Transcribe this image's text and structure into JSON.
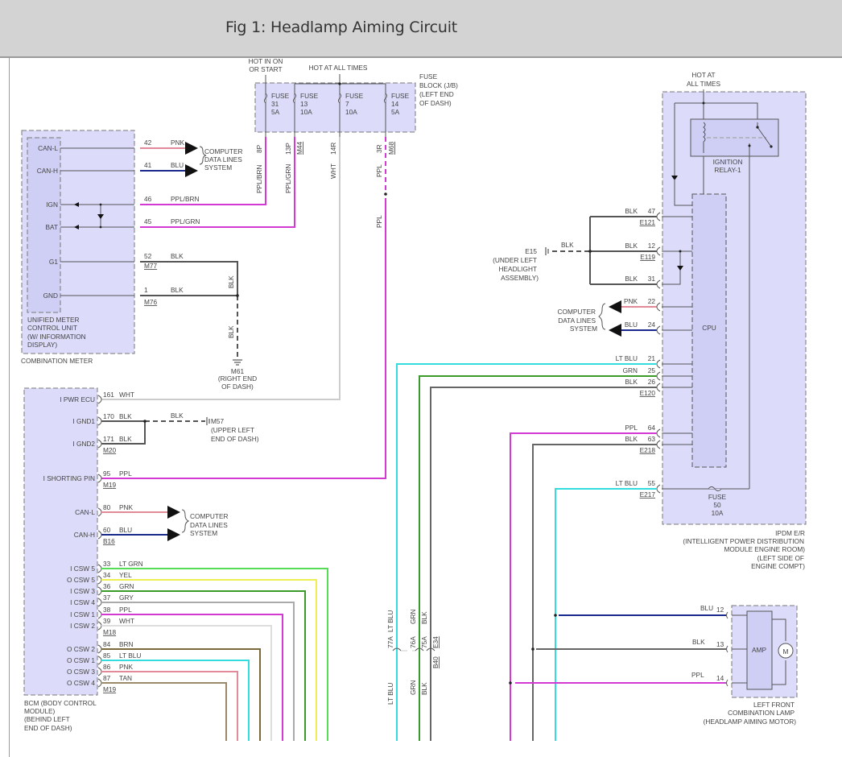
{
  "header": {
    "title": "Fig 1: Headlamp Aiming Circuit"
  },
  "colors": {
    "box_fill": "#dcdcfa",
    "inner_fill": "#cfcff5",
    "PNK": "#e08a9a",
    "BLU": "#1a2a8c",
    "PPL": "#d23ad2",
    "BLK": "#555555",
    "WHT": "#cccccc",
    "GRN": "#3a9a2a",
    "LT_GRN": "#55dd55",
    "YEL": "#eeee55",
    "GRY": "#aaaaaa",
    "BRN": "#7a6a3a",
    "LT_BLU": "#33dddd",
    "TAN": "#9a8a6a"
  },
  "fuse_block": {
    "hot_in_on_1": "HOT IN ON",
    "hot_in_on_2": "OR START",
    "hot_all": "HOT AT ALL TIMES",
    "label": [
      "FUSE",
      "BLOCK (J/B)",
      "(LEFT END",
      "OF DASH)"
    ],
    "fuses": [
      {
        "name": "FUSE",
        "num": "31",
        "amp": "5A",
        "pin": "8P",
        "wire": "PPL/BRN",
        "conn": ""
      },
      {
        "name": "FUSE",
        "num": "13",
        "amp": "10A",
        "pin": "13P",
        "wire": "PPL/GRN",
        "conn": "M44"
      },
      {
        "name": "FUSE",
        "num": "7",
        "amp": "10A",
        "pin": "14R",
        "wire": "WHT",
        "conn": ""
      },
      {
        "name": "FUSE",
        "num": "14",
        "amp": "5A",
        "pin": "3R",
        "wire": "PPL",
        "conn": "M68"
      }
    ],
    "ppl_lower": "PPL"
  },
  "combination_meter": {
    "pins": [
      {
        "name": "CAN-L",
        "num": "42",
        "wire": "PNK"
      },
      {
        "name": "CAN-H",
        "num": "41",
        "wire": "BLU"
      },
      {
        "name": "IGN",
        "num": "46",
        "wire": "PPL/BRN"
      },
      {
        "name": "BAT",
        "num": "45",
        "wire": "PPL/GRN"
      },
      {
        "name": "G1",
        "num": "52",
        "wire": "BLK",
        "conn": "M77"
      },
      {
        "name": "GND",
        "num": "1",
        "wire": "BLK",
        "conn": "M76"
      }
    ],
    "cdls": [
      "COMPUTER",
      "DATA LINES",
      "SYSTEM"
    ],
    "inner_label": [
      "UNIFIED METER",
      "CONTROL UNIT",
      "(W/ INFORMATION",
      "DISPLAY)"
    ],
    "label": "COMBINATION METER",
    "gnd_wire1": "BLK",
    "gnd_wire2": "BLK",
    "ground": [
      "M61",
      "(RIGHT END",
      "OF DASH)"
    ]
  },
  "bcm": {
    "pins": [
      {
        "name": "I PWR ECU",
        "num": "161",
        "wire": "WHT"
      },
      {
        "name": "I GND1",
        "num": "170",
        "wire": "BLK"
      },
      {
        "name": "I GND2",
        "num": "171",
        "wire": "BLK",
        "conn": "M20"
      },
      {
        "name": "I SHORTING PIN",
        "num": "95",
        "wire": "PPL",
        "conn": "M19"
      },
      {
        "name": "CAN-L",
        "num": "80",
        "wire": "PNK"
      },
      {
        "name": "CAN-H",
        "num": "60",
        "wire": "BLU",
        "conn": "B16"
      },
      {
        "name": "I CSW 5",
        "num": "33",
        "wire": "LT GRN"
      },
      {
        "name": "O CSW 5",
        "num": "34",
        "wire": "YEL"
      },
      {
        "name": "I CSW 3",
        "num": "36",
        "wire": "GRN"
      },
      {
        "name": "I CSW 4",
        "num": "37",
        "wire": "GRY"
      },
      {
        "name": "I CSW 1",
        "num": "38",
        "wire": "PPL"
      },
      {
        "name": "I CSW 2",
        "num": "39",
        "wire": "WHT",
        "conn": "M18"
      },
      {
        "name": "O CSW 2",
        "num": "84",
        "wire": "BRN"
      },
      {
        "name": "O CSW 1",
        "num": "85",
        "wire": "LT BLU"
      },
      {
        "name": "O CSW 3",
        "num": "86",
        "wire": "PNK"
      },
      {
        "name": "O CSW 4",
        "num": "87",
        "wire": "TAN",
        "conn": "M19"
      }
    ],
    "gnd_wire": "BLK",
    "ground": [
      "M57",
      "(UPPER LEFT",
      "END OF DASH)"
    ],
    "cdls": [
      "COMPUTER",
      "DATA LINES",
      "SYSTEM"
    ],
    "label": [
      "BCM (BODY CONTROL",
      "MODULE)",
      "(BEHIND LEFT",
      "END OF DASH)"
    ]
  },
  "ipdm": {
    "hot": [
      "HOT AT",
      "ALL TIMES"
    ],
    "relay": [
      "IGNITION",
      "RELAY-1"
    ],
    "cpu": "CPU",
    "fuse": [
      "FUSE",
      "50",
      "10A"
    ],
    "pins": [
      {
        "num": "47",
        "wire": "BLK",
        "conn": "E121"
      },
      {
        "num": "12",
        "wire": "BLK",
        "conn": "E119"
      },
      {
        "num": "31",
        "wire": "BLK"
      },
      {
        "num": "22",
        "wire": "PNK"
      },
      {
        "num": "24",
        "wire": "BLU"
      },
      {
        "num": "21",
        "wire": "LT BLU"
      },
      {
        "num": "25",
        "wire": "GRN"
      },
      {
        "num": "26",
        "wire": "BLK",
        "conn": "E120"
      },
      {
        "num": "64",
        "wire": "PPL"
      },
      {
        "num": "63",
        "wire": "BLK",
        "conn": "E218"
      },
      {
        "num": "55",
        "wire": "LT BLU",
        "conn": "E217"
      }
    ],
    "gnd_wire": "BLK",
    "ground": [
      "E15",
      "(UNDER LEFT",
      "HEADLIGHT",
      "ASSEMBLY)"
    ],
    "cdls": [
      "COMPUTER",
      "DATA LINES",
      "SYSTEM"
    ],
    "label": [
      "IPDM E/R",
      "(INTELLIGENT POWER DISTRIBUTION",
      "MODULE ENGINE ROOM)",
      "(LEFT SIDE OF",
      "ENGINE COMPT)"
    ]
  },
  "inline": {
    "wires_upper": [
      "LT BLU",
      "GRN",
      "BLK"
    ],
    "pins": [
      "77A",
      "76A",
      "75A"
    ],
    "conn_top": "E34",
    "conn_bottom": "B40",
    "wires_lower": [
      "LT BLU",
      "GRN",
      "BLK"
    ]
  },
  "lamp": {
    "pins": [
      {
        "num": "12",
        "wire": "BLU"
      },
      {
        "num": "13",
        "wire": "BLK"
      },
      {
        "num": "14",
        "wire": "PPL"
      }
    ],
    "amp": "AMP",
    "motor": "M",
    "label": [
      "LEFT FRONT",
      "COMBINATION LAMP",
      "(HEADLAMP AIMING MOTOR)"
    ]
  }
}
